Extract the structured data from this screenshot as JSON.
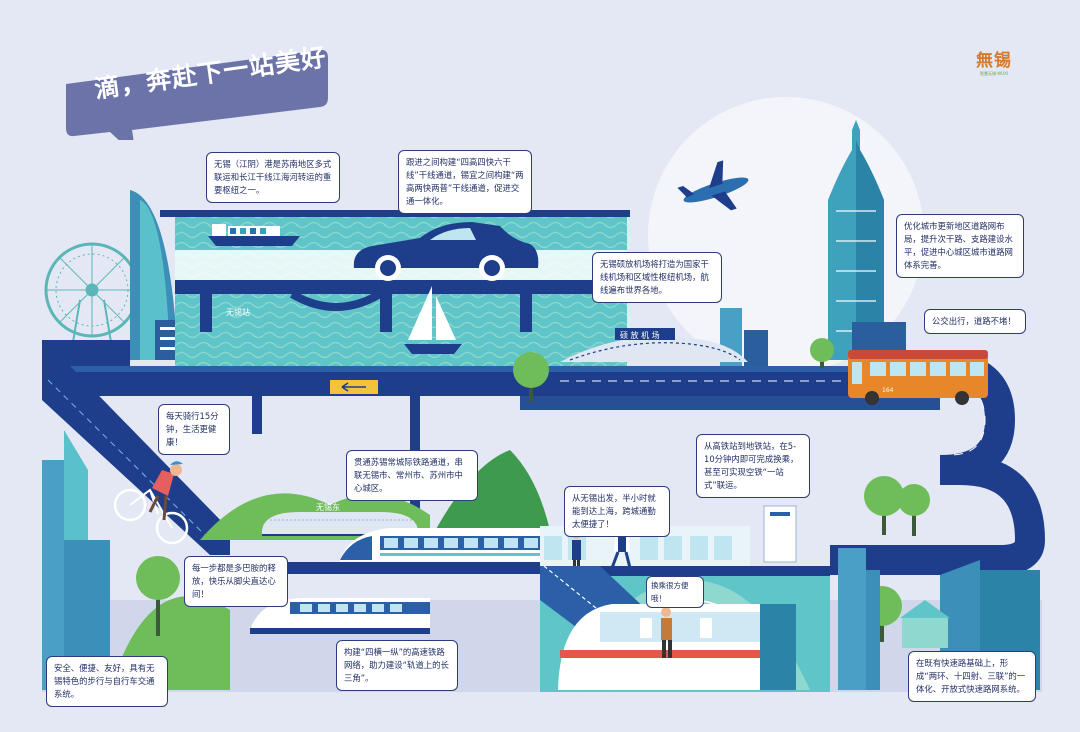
{
  "title": "滴，奔赴下一站美好",
  "logo": {
    "text": "無锡",
    "subtitle": "智慧无锡·WUXI"
  },
  "place_labels": {
    "wuxi_station": "无锡站",
    "wuxi_east_station": "无锡东",
    "airport": "硕 放 机 场"
  },
  "bus_number": "164",
  "notes": [
    {
      "id": "port",
      "text": "无锡（江阴）港是苏南地区多式联运和长江干线江海河转运的重要枢纽之一。"
    },
    {
      "id": "highway",
      "text": "跟进之间构建“四高四快六干线”干线通道，锡宜之间构建“两高两快两普”干线通道，促进交通一体化。"
    },
    {
      "id": "roads",
      "text": "优化城市更新地区道路网布局，提升次干路、支路建设水平，促进中心城区城市道路网体系完善。"
    },
    {
      "id": "airport",
      "text": "无锡硕放机场将打造为国家干线机场和区域性枢纽机场，航线遍布世界各地。"
    },
    {
      "id": "bus",
      "text": "公交出行，道路不堵！"
    },
    {
      "id": "cycling",
      "text": "每天骑行15分钟，生活更健康！"
    },
    {
      "id": "rail",
      "text": "贯通苏锡常城际铁路通道，串联无锡市、常州市、苏州市中心城区。"
    },
    {
      "id": "hsr",
      "text": "从高铁站到地铁站，在5-10分钟内即可完成换乘，甚至可实现空铁“一站式”联运。"
    },
    {
      "id": "shanghai",
      "text": "从无锡出发，半小时就能到达上海，跨城通勤太便捷了！"
    },
    {
      "id": "convenient",
      "text": "换乘很方便哦！"
    },
    {
      "id": "walk",
      "text": "每一步都是多巴胺的释放，快乐从脚尖直达心间！"
    },
    {
      "id": "slow_traffic",
      "text": "安全、便捷、友好，具有无锡特色的步行与自行车交通系统。"
    },
    {
      "id": "delta",
      "text": "构建“四横一纵”的高速铁路网络，助力建设“轨道上的长三角”。"
    },
    {
      "id": "expressway",
      "text": "在既有快速路基础上，形成“两环、十四射、三联”的一体化、开放式快速路网系统。"
    }
  ],
  "colors": {
    "background": "#e4e8f4",
    "navy": "#1e3e8c",
    "deep_navy": "#1a2e6e",
    "lake": "#5fc5c8",
    "green": "#6ebd5a",
    "banner": "#6c73a8",
    "bus": "#e8862a"
  }
}
